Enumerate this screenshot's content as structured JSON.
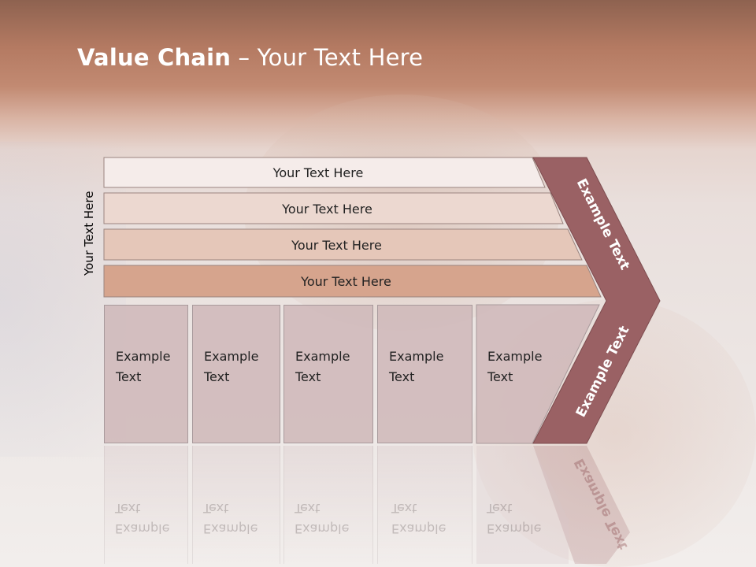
{
  "title": {
    "bold": "Value Chain",
    "rest": " – Your Text Here"
  },
  "side_label": "Your Text Here",
  "rows": [
    {
      "label": "Your Text Here"
    },
    {
      "label": "Your Text Here"
    },
    {
      "label": "Your Text Here"
    },
    {
      "label": "Your Text Here"
    }
  ],
  "columns": [
    {
      "label": "Example Text"
    },
    {
      "label": "Example Text"
    },
    {
      "label": "Example Text"
    },
    {
      "label": "Example Text"
    },
    {
      "label": "Example Text"
    }
  ],
  "chevron": {
    "top_label": "Example Text",
    "bottom_label": "Example Text"
  },
  "colors": {
    "chevron": "#9a6164",
    "row1": "#f5ecea",
    "row2": "#ecd8d0",
    "row3": "#e5c7b9",
    "row4": "#d6a48d"
  }
}
